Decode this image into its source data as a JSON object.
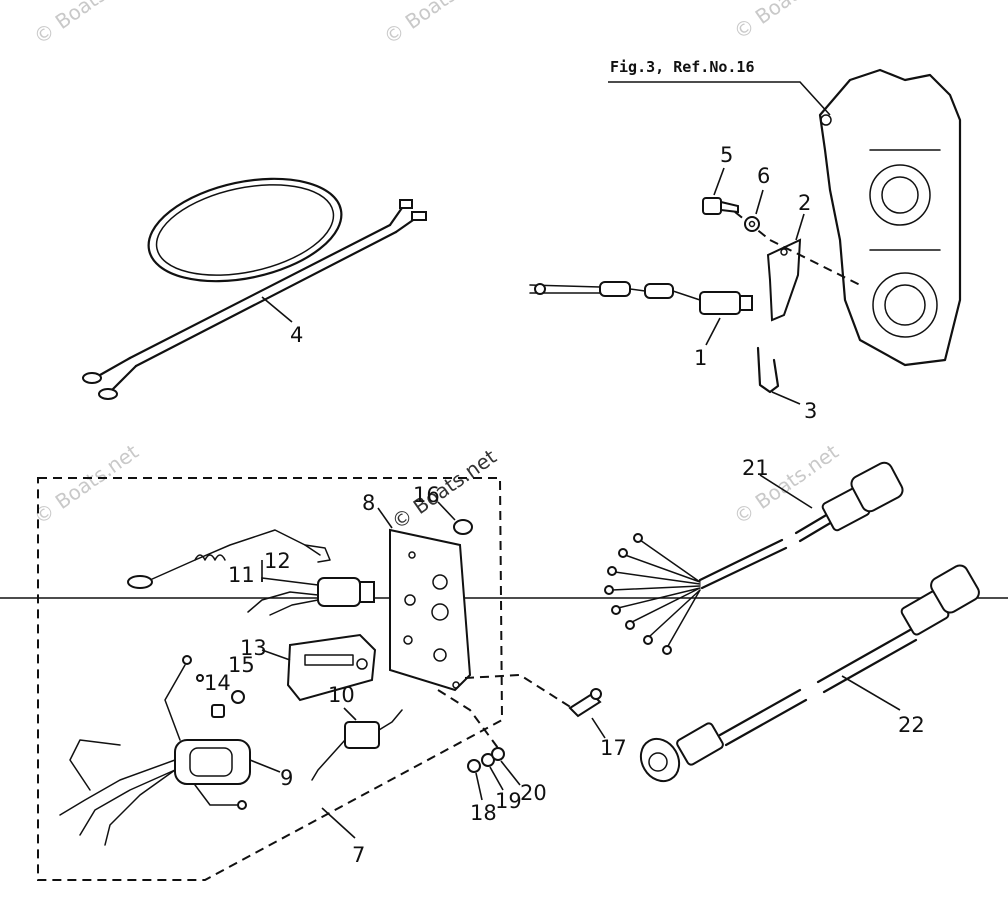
{
  "reference_note": "Fig.3, Ref.No.16",
  "callouts": [
    "1",
    "2",
    "3",
    "4",
    "5",
    "6",
    "7",
    "8",
    "9",
    "10",
    "11",
    "12",
    "13",
    "14",
    "15",
    "16",
    "17",
    "18",
    "19",
    "20",
    "21",
    "22"
  ],
  "watermark": "© Boats.net"
}
